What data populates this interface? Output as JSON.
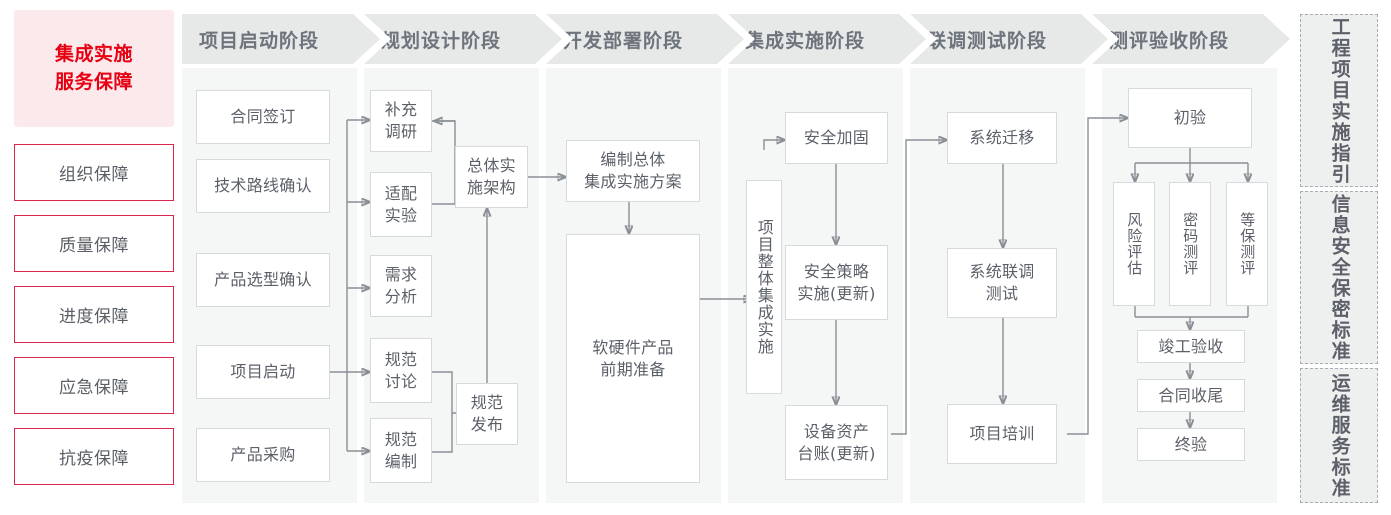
{
  "left_rail": {
    "title": "集成实施\n服务保障",
    "title_line1": "集成实施",
    "title_line2": "服务保障",
    "items": [
      {
        "label": "组织保障"
      },
      {
        "label": "质量保障"
      },
      {
        "label": "进度保障"
      },
      {
        "label": "应急保障"
      },
      {
        "label": "抗疫保障"
      }
    ]
  },
  "phases": [
    {
      "label": "项目启动阶段"
    },
    {
      "label": "规划设计阶段"
    },
    {
      "label": "开发部署阶段"
    },
    {
      "label": "集成实施阶段"
    },
    {
      "label": "联调测试阶段"
    },
    {
      "label": "测评验收阶段"
    }
  ],
  "nodes": {
    "p1": [
      {
        "label": "合同签订"
      },
      {
        "label": "技术路线确认"
      },
      {
        "label": "产品选型确认"
      },
      {
        "label": "项目启动"
      },
      {
        "label": "产品采购"
      }
    ],
    "p2": [
      {
        "label": "补充\n调研",
        "l1": "补充",
        "l2": "调研"
      },
      {
        "label": "适配\n实验",
        "l1": "适配",
        "l2": "实验"
      },
      {
        "label": "需求\n分析",
        "l1": "需求",
        "l2": "分析"
      },
      {
        "label": "规范\n讨论",
        "l1": "规范",
        "l2": "讨论"
      },
      {
        "label": "规范\n编制",
        "l1": "规范",
        "l2": "编制"
      },
      {
        "label": "总体实\n施架构",
        "l1": "总体实",
        "l2": "施架构"
      },
      {
        "label": "规范\n发布",
        "l1": "规范",
        "l2": "发布"
      }
    ],
    "p3": [
      {
        "label": "编制总体\n集成实施方案",
        "l1": "编制总体",
        "l2": "集成实施方案"
      },
      {
        "label": "软硬件产品\n前期准备",
        "l1": "软硬件产品",
        "l2": "前期准备"
      }
    ],
    "p4": [
      {
        "label": "项目整体集成实施"
      },
      {
        "label": "安全加固"
      },
      {
        "label": "安全策略\n实施(更新)",
        "l1": "安全策略",
        "l2": "实施(更新)"
      },
      {
        "label": "设备资产\n台账(更新)",
        "l1": "设备资产",
        "l2": "台账(更新)"
      }
    ],
    "p5": [
      {
        "label": "系统迁移"
      },
      {
        "label": "系统联调\n测试",
        "l1": "系统联调",
        "l2": "测试"
      },
      {
        "label": "项目培训"
      }
    ],
    "p6": [
      {
        "label": "初验"
      },
      {
        "label": "风险评估"
      },
      {
        "label": "密码测评"
      },
      {
        "label": "等保测评"
      },
      {
        "label": "竣工验收"
      },
      {
        "label": "合同收尾"
      },
      {
        "label": "终验"
      }
    ]
  },
  "standards": [
    {
      "label": "工程项目实施指引",
      "col_right": "程目施引",
      "col_left": "工项实指"
    },
    {
      "label": "信息安全保密标准",
      "col_right": "息全密准",
      "col_left": "信安保标"
    },
    {
      "label": "运维服务标准",
      "col_right": "维务准",
      "col_left": "运服标"
    }
  ],
  "colors": {
    "accent_red": "#e60012",
    "rail_border_red": "#d9264a",
    "rail_title_bg": "#fbe9ec",
    "phase_header_bg": "#e7e8e8",
    "phase_body_bg": "#f5f6f6",
    "node_border": "#d7dadd",
    "node_text": "#5c6169",
    "wire": "#8a8f96",
    "std_bg": "#eeefef",
    "std_border": "#a8adb3"
  }
}
